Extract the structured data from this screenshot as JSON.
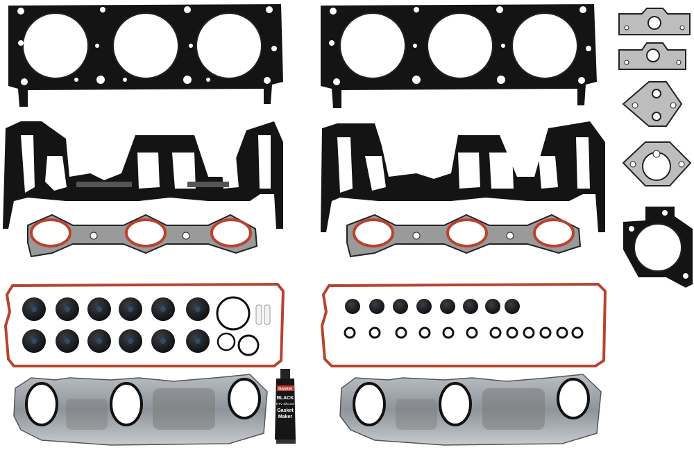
{
  "tube_label": {
    "brand": "Gasket",
    "line1": "BLACK",
    "line2": "RTV Silicone",
    "line3": "Gasket",
    "line4": "Maker"
  },
  "colors": {
    "background": "#ffffff",
    "graphite": "#111111",
    "steel": "#9aa0a6",
    "steel_dark": "#6e747a",
    "fiber": "#c8c8c8",
    "rubber_red": "#b8432e",
    "tube_red": "#c0392b"
  }
}
